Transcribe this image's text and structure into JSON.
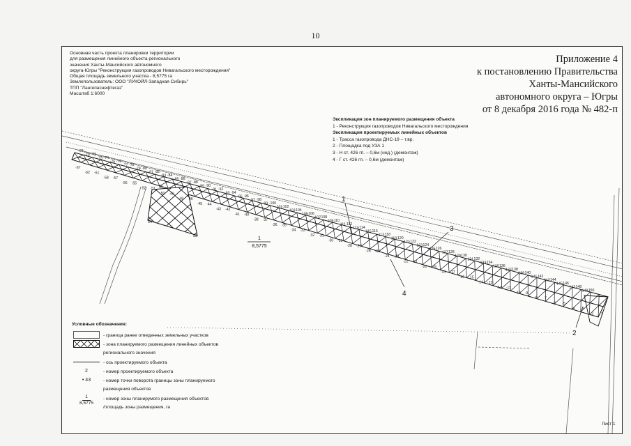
{
  "page": {
    "number": "10"
  },
  "header": {
    "lines": [
      "Основная часть проекта планировки территории",
      "для размещения линейного объекта регионального",
      "значения Ханты-Мансийского автономного",
      "округа-Югры \"Реконструкция газопроводов Нивагальского месторождения\"",
      "Общая площадь земельного  участка - 8,5775 га",
      "Землепользователь: ООО \"ЛУКОЙЛ-Западная Сибирь\"",
      "ТПП \"Лангепаснефтегаз\"",
      "Масштаб 1:6000"
    ]
  },
  "appendix": {
    "lines": [
      "Приложение 4",
      "к постановлению Правительства",
      "Ханты-Мансийского",
      "автономного округа – Югры",
      "от 8 декабря 2016 года № 482-п"
    ]
  },
  "explication": {
    "zones_title": "Экспликация зон планируемого размещения объекта",
    "zones": [
      "1 - Реконструкция газопроводов Нивагальского месторождения"
    ],
    "linear_title": "Экспликация проектируемых линейных объектов",
    "linear": [
      "1 - Трасса газопровода ДНС-19 – т.вр.",
      "2 - Площадка под УЗА 1",
      "3 - Н ст. 426 гп. – 0,6м (нед.) (демонтаж)",
      "4 - Г ст. 426 гп. – 0,6м (демонтаж)"
    ]
  },
  "legend": {
    "title": "Условные обозначения:",
    "items": [
      {
        "symbol": "box",
        "text": [
          "- граница ранее отведенных земельных участков"
        ]
      },
      {
        "symbol": "hatch",
        "text": [
          "- зона планируемого размещения линейных объектов",
          "регионального значения"
        ]
      },
      {
        "symbol": "line",
        "text": [
          "- ось проектируемого объекта"
        ]
      },
      {
        "symbol": "num",
        "symbol_text": "2",
        "text": [
          "- номер проектируемого объекта"
        ]
      },
      {
        "symbol": "dot",
        "symbol_text": "• 43",
        "text": [
          "- номер точки поворота границы зоны планируемого",
          "размещения объектов"
        ]
      },
      {
        "symbol": "frac",
        "symbol_num": "1",
        "symbol_den": "8,5775",
        "text": [
          "- номер зоны планирумого размещения объектов",
          "/площадь зоны размещения, га"
        ]
      }
    ]
  },
  "map": {
    "zone_label": {
      "num": "1",
      "area": "8,5775"
    },
    "callouts": [
      "1",
      "3",
      "4",
      "2"
    ],
    "points": [
      "69",
      "70",
      "72",
      "73",
      "74",
      "75",
      "76",
      "77",
      "78",
      "79",
      "80",
      "81",
      "82",
      "83",
      "84",
      "85",
      "86",
      "87",
      "88",
      "89",
      "90",
      "91",
      "92",
      "93",
      "94",
      "95",
      "96",
      "97",
      "98",
      "99",
      "100",
      "101",
      "102",
      "103",
      "104",
      "105",
      "106",
      "107",
      "108",
      "109",
      "110",
      "111",
      "112",
      "113",
      "114",
      "115",
      "116",
      "117",
      "118",
      "119",
      "120",
      "121",
      "122",
      "123",
      "124",
      "125",
      "126",
      "127",
      "128",
      "129",
      "130",
      "131",
      "132",
      "133",
      "134",
      "135",
      "136",
      "137",
      "138",
      "139",
      "140",
      "141",
      "142",
      "143",
      "144",
      "145",
      "146",
      "147",
      "148",
      "149",
      "150",
      "67",
      "62",
      "61",
      "58",
      "57",
      "56",
      "55",
      "52",
      "51",
      "50",
      "49",
      "48",
      "46",
      "45",
      "44",
      "43",
      "42",
      "41",
      "40",
      "38",
      "37",
      "36",
      "35",
      "34",
      "33",
      "32",
      "31",
      "30",
      "29",
      "28",
      "27",
      "26",
      "25",
      "24",
      "23",
      "22",
      "21",
      "20",
      "19",
      "18",
      "17",
      "16",
      "15",
      "14",
      "13",
      "12",
      "11",
      "10",
      "9",
      "8",
      "7",
      "6",
      "5",
      "4",
      "3",
      "2",
      "1"
    ],
    "site_points": [
      "54",
      "53",
      "55"
    ]
  },
  "footer": {
    "sheet_label": "Лист 1"
  }
}
